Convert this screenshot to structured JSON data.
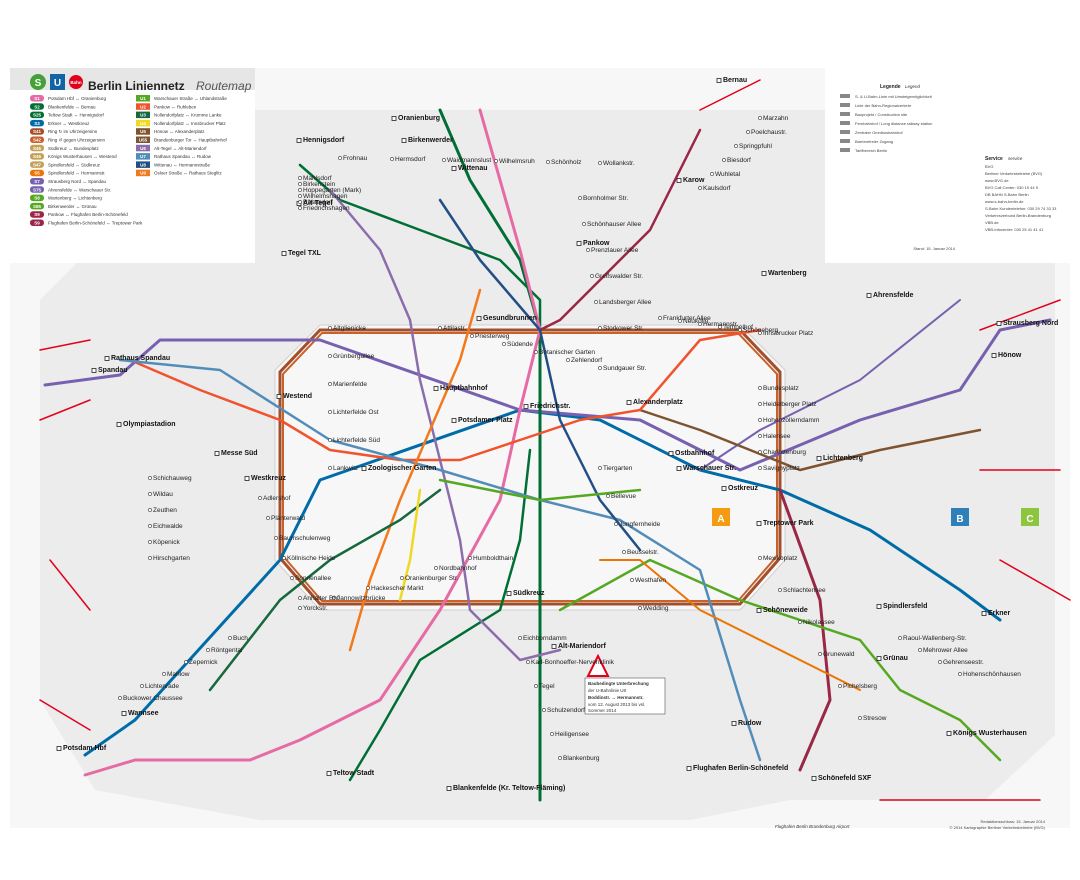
{
  "header": {
    "title": "Berlin Liniennetz",
    "subtitle": "Routemap",
    "logo_s": "S",
    "logo_u": "U",
    "logo_bahn": "Bahn"
  },
  "s_lines": [
    {
      "line": "S1",
      "route": "Potsdam Hbf ↔ Oranienburg"
    },
    {
      "line": "S2",
      "route": "Blankenfelde ↔ Bernau"
    },
    {
      "line": "S25",
      "route": "Teltow Stadt ↔ Hennigsdorf"
    },
    {
      "line": "S3",
      "route": "Erkner ↔ Westkreuz"
    },
    {
      "line": "S41",
      "route": "Ring ↻ im Uhrzeigersinn"
    },
    {
      "line": "S42",
      "route": "Ring ↺ gegen Uhrzeigersinn"
    },
    {
      "line": "S45",
      "route": "Südkreuz ↔ Bundesplatz"
    },
    {
      "line": "S46",
      "route": "Königs Wusterhausen ↔ Westend"
    },
    {
      "line": "S47",
      "route": "Spindlersfeld ↔ Südkreuz"
    },
    {
      "line": "S5",
      "route": "Spindlersfeld ↔ Hermannstr."
    },
    {
      "line": "S7",
      "route": "Strausberg Nord ↔ Spandau"
    },
    {
      "line": "S75",
      "route": "Ahrensfelde ↔ Warschauer Str."
    },
    {
      "line": "S8",
      "route": "Wartenberg ↔ Lichtenberg"
    },
    {
      "line": "S85",
      "route": "Birkenwerder ↔ Grünau"
    },
    {
      "line": "S9",
      "route": "Pankow ↔ Flughafen Berlin-Schönefeld"
    },
    {
      "line": "S9",
      "route": "Flughafen Berlin-Schönefeld ↔ Treptower Park"
    }
  ],
  "u_lines": [
    {
      "line": "U1",
      "route": "Warschauer Straße ↔ Uhlandstraße"
    },
    {
      "line": "U2",
      "route": "Pankow ↔ Ruhleben"
    },
    {
      "line": "U3",
      "route": "Nollendorfplatz ↔ Krumme Lanke"
    },
    {
      "line": "U4",
      "route": "Nollendorfplatz ↔ Innsbrucker Platz"
    },
    {
      "line": "U5",
      "route": "Hönow ↔ Alexanderplatz"
    },
    {
      "line": "U55",
      "route": "Brandenburger Tor ↔ Hauptbahnhof"
    },
    {
      "line": "U6",
      "route": "Alt-Tegel ↔ Alt-Mariendorf"
    },
    {
      "line": "U7",
      "route": "Rathaus Spandau ↔ Rudow"
    },
    {
      "line": "U8",
      "route": "Wittenau ↔ Hermannstraße"
    },
    {
      "line": "U9",
      "route": "Osloer Straße ↔ Rathaus Steglitz"
    }
  ],
  "legend": {
    "title": "Legende",
    "title_en": "Legend",
    "items": [
      "S- & U-Bahn-Linie mit Umsteigemöglichkeit",
      "Linie der Bahn-Regionalverkehr",
      "Bauprojekt / Construction site",
      "Fernbahnhof / Long distance railway station",
      "Zentraler Omnibusbahnhof",
      "Barrierefreier Zugang",
      "Tarifbereich Berlin"
    ],
    "service_title": "Service",
    "service_title_en": "service",
    "service_lines": [
      "BVG",
      "Berliner Verkehrsbetriebe (BVG)",
      "www.BVG.de",
      "BVG Call Center: 030 19 44 9",
      "DB BAHN S-Bahn Berlin",
      "www.s-bahn-berlin.de",
      "S-Bahn Kundentelefon: 030 29 74 33 33",
      "Verkehrsverbund Berlin-Brandenburg",
      "VBB.de",
      "VBB-Infocenter: 030 25 41 41 41"
    ],
    "stand": "Stand: 15. Januar 2014"
  },
  "zones": {
    "a": "A",
    "b": "B",
    "c": "C"
  },
  "notice": {
    "title": "Baubedingte Unterbrechung",
    "line1": "der U-Bahnlinie U8",
    "line2": "Boddinstr. ↔ Hermannstr.",
    "line3": "vom 12. August 2013 bis vsl.",
    "line4": "Sommer 2014"
  },
  "stations_major": [
    "Rathaus Spandau",
    "Spandau",
    "Westkreuz",
    "Westend",
    "Hauptbahnhof",
    "Friedrichstr.",
    "Alexanderplatz",
    "Ostbahnhof",
    "Warschauer Str.",
    "Ostkreuz",
    "Lichtenberg",
    "Gesundbrunnen",
    "Südkreuz",
    "Potsdamer Platz",
    "Zoologischer Garten",
    "Tegel TXL",
    "Flughafen Berlin-Schönefeld",
    "Schönefeld SXF",
    "Potsdam Hbf",
    "Wannsee",
    "Teltow Stadt",
    "Blankenfelde (Kr. Teltow-Fläming)",
    "Spindlersfeld",
    "Erkner",
    "Strausberg Nord",
    "Ahrensfelde",
    "Wartenberg",
    "Hönow",
    "Bernau",
    "Oranienburg",
    "Hennigsdorf",
    "Königs Wusterhausen",
    "Grünau",
    "Rudow",
    "Alt-Mariendorf",
    "Alt-Tegel",
    "Pankow",
    "Wittenau",
    "Treptower Park",
    "Schöneweide",
    "Karow",
    "Birkenwerder",
    "Messe Süd",
    "Olympiastadion"
  ],
  "stations_minor": [
    "Frohnau",
    "Hermsdorf",
    "Waidmannslust",
    "Wilhelmsruh",
    "Schönholz",
    "Wollankstr.",
    "Bornholmer Str.",
    "Schönhauser Allee",
    "Prenzlauer Allee",
    "Greifswalder Str.",
    "Landsberger Allee",
    "Storkower Str.",
    "Frankfurter Allee",
    "Neukölln",
    "Hermannstr.",
    "Tempelhof",
    "Schöneberg",
    "Innsbrucker Platz",
    "Bundesplatz",
    "Heidelberger Platz",
    "Hohenzollerndamm",
    "Halensee",
    "Charlottenburg",
    "Savignyplatz",
    "Tiergarten",
    "Bellevue",
    "Jungfernheide",
    "Beusselstr.",
    "Westhafen",
    "Wedding",
    "Humboldthain",
    "Nordbahnhof",
    "Oranienburger Str.",
    "Hackescher Markt",
    "Jannowitzbrücke",
    "Yorckstr.",
    "Anhalter Bhf",
    "Sonnenallee",
    "Köllnische Heide",
    "Baumschulenweg",
    "Plänterwald",
    "Adlershof",
    "Altglienicke",
    "Grünbergallee",
    "Marienfelde",
    "Lichterfelde Ost",
    "Lichterfelde Süd",
    "Lankwitz",
    "Attilastr.",
    "Priesterweg",
    "Südende",
    "Botanischer Garten",
    "Zehlendorf",
    "Sundgauer Str.",
    "Mexikoplatz",
    "Schlachtensee",
    "Nikolassee",
    "Grunewald",
    "Pichelsberg",
    "Stresow",
    "Eichborndamm",
    "Karl-Bonhoeffer-Nervenklinik",
    "Tegel",
    "Schulzendorf",
    "Heiligensee",
    "Blankenburg",
    "Buch",
    "Röntgental",
    "Zepernick",
    "Mahlow",
    "Lichtenrade",
    "Buckower Chaussee",
    "Schichauweg",
    "Wildau",
    "Zeuthen",
    "Eichwalde",
    "Köpenick",
    "Hirschgarten",
    "Friedrichshagen",
    "Rahnsdorf",
    "Wilhelmshagen",
    "Hoppegarten (Mark)",
    "Birkenstein",
    "Mahlsdorf",
    "Kaulsdorf",
    "Wuhletal",
    "Biesdorf",
    "Springpfuhl",
    "Poelchaustr.",
    "Marzahn",
    "Raoul-Wallenberg-Str.",
    "Mehrower Allee",
    "Gehrenseestr.",
    "Hohenschönhausen"
  ],
  "footer": {
    "airport": "Flughafen Berlin Brandenburg Airport",
    "credit": "© 2014 Kartographie Berliner Verkehrsbetriebe (BVG)",
    "date": "Redaktionsschluss: 15. Januar 2014"
  },
  "colors": {
    "s1": "#e66ba4",
    "s2": "#006f35",
    "s25": "#006f35",
    "s3": "#006ca7",
    "s41": "#a34f2b",
    "s42": "#c7622b",
    "s45": "#c2a157",
    "s46": "#c2a157",
    "s47": "#c2a157",
    "s5": "#eb7405",
    "s7": "#7760b0",
    "s75": "#7760b0",
    "s8": "#55a822",
    "s85": "#55a822",
    "s9": "#992746",
    "u1": "#55a822",
    "u2": "#f0532e",
    "u3": "#16683d",
    "u4": "#f0d722",
    "u5": "#7e5330",
    "u55": "#7e5330",
    "u6": "#8c6dab",
    "u7": "#528dba",
    "u8": "#224f86",
    "u9": "#f3791d",
    "regional": "#e2001a",
    "zone_bg": "#ececec",
    "zone_c_bg": "#f7f7f7",
    "zone_a": "#f39c12",
    "zone_b": "#2f7fb8",
    "zone_c_badge": "#8cc63f"
  }
}
